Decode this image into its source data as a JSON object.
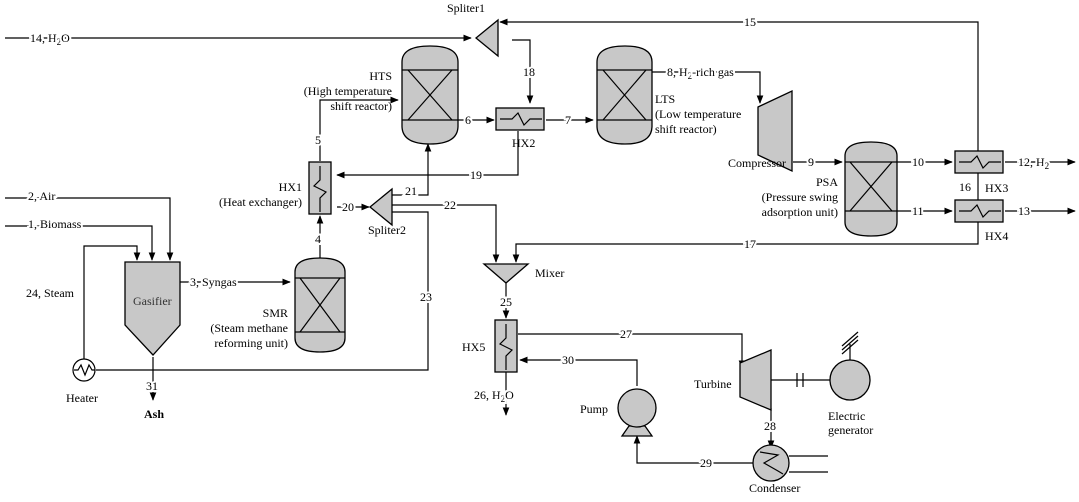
{
  "units": {
    "spliter1": "Spliter1",
    "spliter2": "Spliter2",
    "hts_name": "HTS",
    "hts_desc1": "(High temperature",
    "hts_desc2": "shift reactor)",
    "lts_name": "LTS",
    "lts_desc1": "(Low temperature",
    "lts_desc2": "shift reactor)",
    "hx1_name": "HX1",
    "hx1_desc": "(Heat exchanger)",
    "hx2": "HX2",
    "hx3": "HX3",
    "hx4": "HX4",
    "hx5": "HX5",
    "compressor": "Compressor",
    "psa_name": "PSA",
    "psa_desc1": "(Pressure swing",
    "psa_desc2": "adsorption unit)",
    "gasifier": "Gasifier",
    "smr_name": "SMR",
    "smr_desc1": "(Steam methane",
    "smr_desc2": "reforming unit)",
    "heater": "Heater",
    "mixer": "Mixer",
    "pump": "Pump",
    "turbine": "Turbine",
    "generator1": "Electric",
    "generator2": "generator",
    "condenser": "Condenser"
  },
  "streams": {
    "s1": "1, Biomass",
    "s2": "2, Air",
    "s3": "3, Syngas",
    "s4": "4",
    "s5": "5",
    "s6": "6",
    "s7": "7",
    "s8": "8, H",
    "s8_sub": "2",
    "s8_tail": "-rich gas",
    "s9": "9",
    "s10": "10",
    "s11": "11",
    "s12": "12, H",
    "s12_sub": "2",
    "s13": "13",
    "s14": "14, H",
    "s14_sub": "2",
    "s14_tail": "O",
    "s15": "15",
    "s16": "16",
    "s17": "17",
    "s18": "18",
    "s19": "19",
    "s20": "20",
    "s21": "21",
    "s22": "22",
    "s23": "23",
    "s24": "24, Steam",
    "s25": "25",
    "s26": "26, H",
    "s26_sub": "2",
    "s26_tail": "O",
    "s27": "27",
    "s28": "28",
    "s29": "29",
    "s30": "30",
    "s31": "31",
    "ash": "Ash"
  }
}
